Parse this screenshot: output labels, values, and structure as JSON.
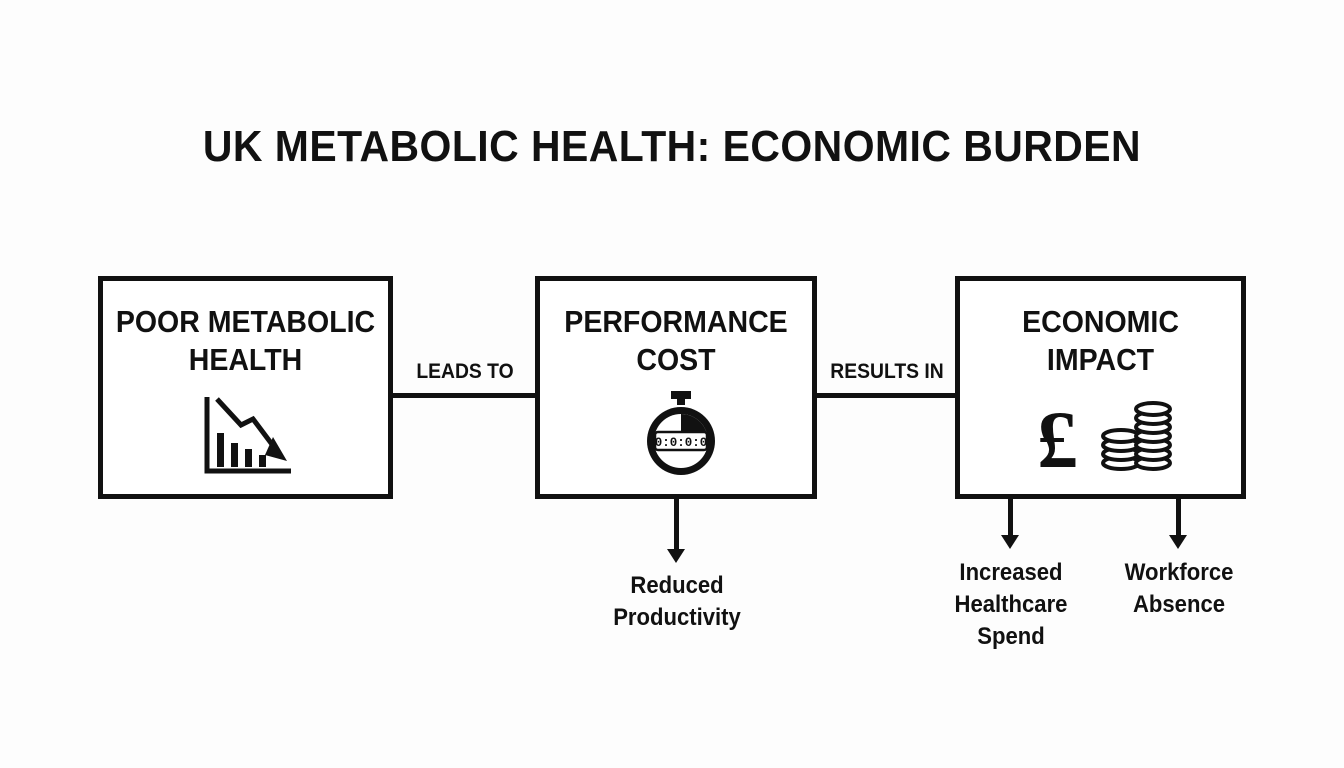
{
  "title": "UK METABOLIC HEALTH: ECONOMIC BURDEN",
  "boxes": [
    {
      "line1": "POOR METABOLIC",
      "line2": "HEALTH",
      "icon": "declining-bar-chart-icon"
    },
    {
      "line1": "PERFORMANCE",
      "line2": "COST",
      "icon": "stopwatch-icon",
      "timer": "0:0:0:0"
    },
    {
      "line1": "ECONOMIC",
      "line2": "IMPACT",
      "icon": "pound-coins-icon",
      "currency": "£"
    }
  ],
  "connectors": [
    "LEADS TO",
    "RESULTS IN"
  ],
  "outcomes": [
    {
      "line1": "Reduced",
      "line2": "Productivity"
    },
    {
      "line1": "Increased",
      "line2": "Healthcare",
      "line3": "Spend"
    },
    {
      "line1": "Workforce",
      "line2": "Absence"
    }
  ]
}
